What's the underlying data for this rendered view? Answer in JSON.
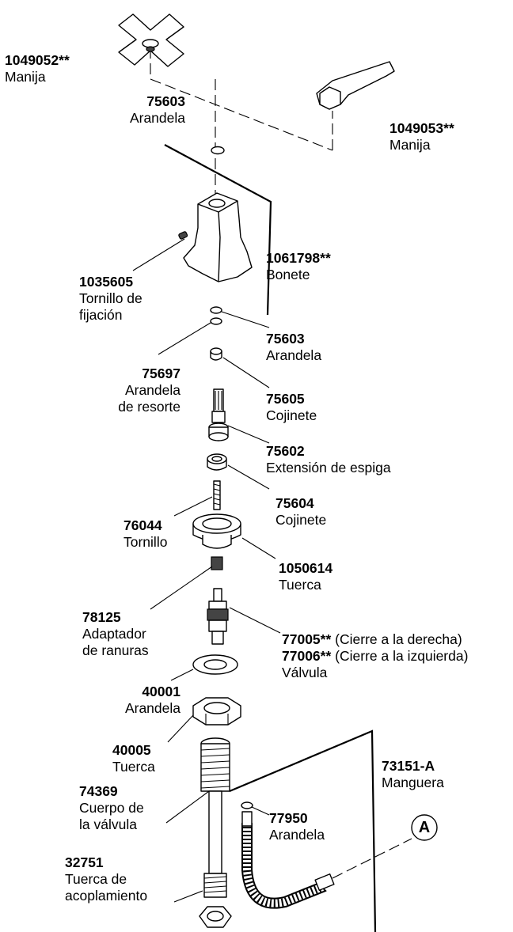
{
  "parts": [
    {
      "id": "p1049052",
      "number": "1049052**",
      "name": "Manija"
    },
    {
      "id": "p75603a",
      "number": "75603",
      "name": "Arandela"
    },
    {
      "id": "p1049053",
      "number": "1049053**",
      "name": "Manija"
    },
    {
      "id": "p1061798",
      "number": "1061798**",
      "name": "Bonete"
    },
    {
      "id": "p1035605",
      "number": "1035605",
      "name_lines": [
        "Tornillo de",
        "fijación"
      ]
    },
    {
      "id": "p75603b",
      "number": "75603",
      "name": "Arandela"
    },
    {
      "id": "p75697",
      "number": "75697",
      "name_lines": [
        "Arandela",
        "de resorte"
      ]
    },
    {
      "id": "p75605",
      "number": "75605",
      "name": "Cojinete"
    },
    {
      "id": "p75602",
      "number": "75602",
      "name": "Extensión de espiga"
    },
    {
      "id": "p75604",
      "number": "75604",
      "name": "Cojinete"
    },
    {
      "id": "p76044",
      "number": "76044",
      "name": "Tornillo"
    },
    {
      "id": "p1050614",
      "number": "1050614",
      "name": "Tuerca"
    },
    {
      "id": "p78125",
      "number": "78125",
      "name_lines": [
        "Adaptador",
        "de ranuras"
      ]
    },
    {
      "id": "p77005",
      "numbers": [
        "77005**",
        "77006**"
      ],
      "notes": [
        "(Cierre a la derecha)",
        "(Cierre a la izquierda)"
      ],
      "name": "Válvula"
    },
    {
      "id": "p40001",
      "number": "40001",
      "name": "Arandela"
    },
    {
      "id": "p40005",
      "number": "40005",
      "name": "Tuerca"
    },
    {
      "id": "p73151",
      "number": "73151-A",
      "name": "Manguera"
    },
    {
      "id": "p74369",
      "number": "74369",
      "name_lines": [
        "Cuerpo de",
        "la válvula"
      ]
    },
    {
      "id": "p77950",
      "number": "77950",
      "name": "Arandela"
    },
    {
      "id": "p32751",
      "number": "32751",
      "name_lines": [
        "Tuerca de",
        "acoplamiento"
      ]
    }
  ],
  "callout": "A"
}
